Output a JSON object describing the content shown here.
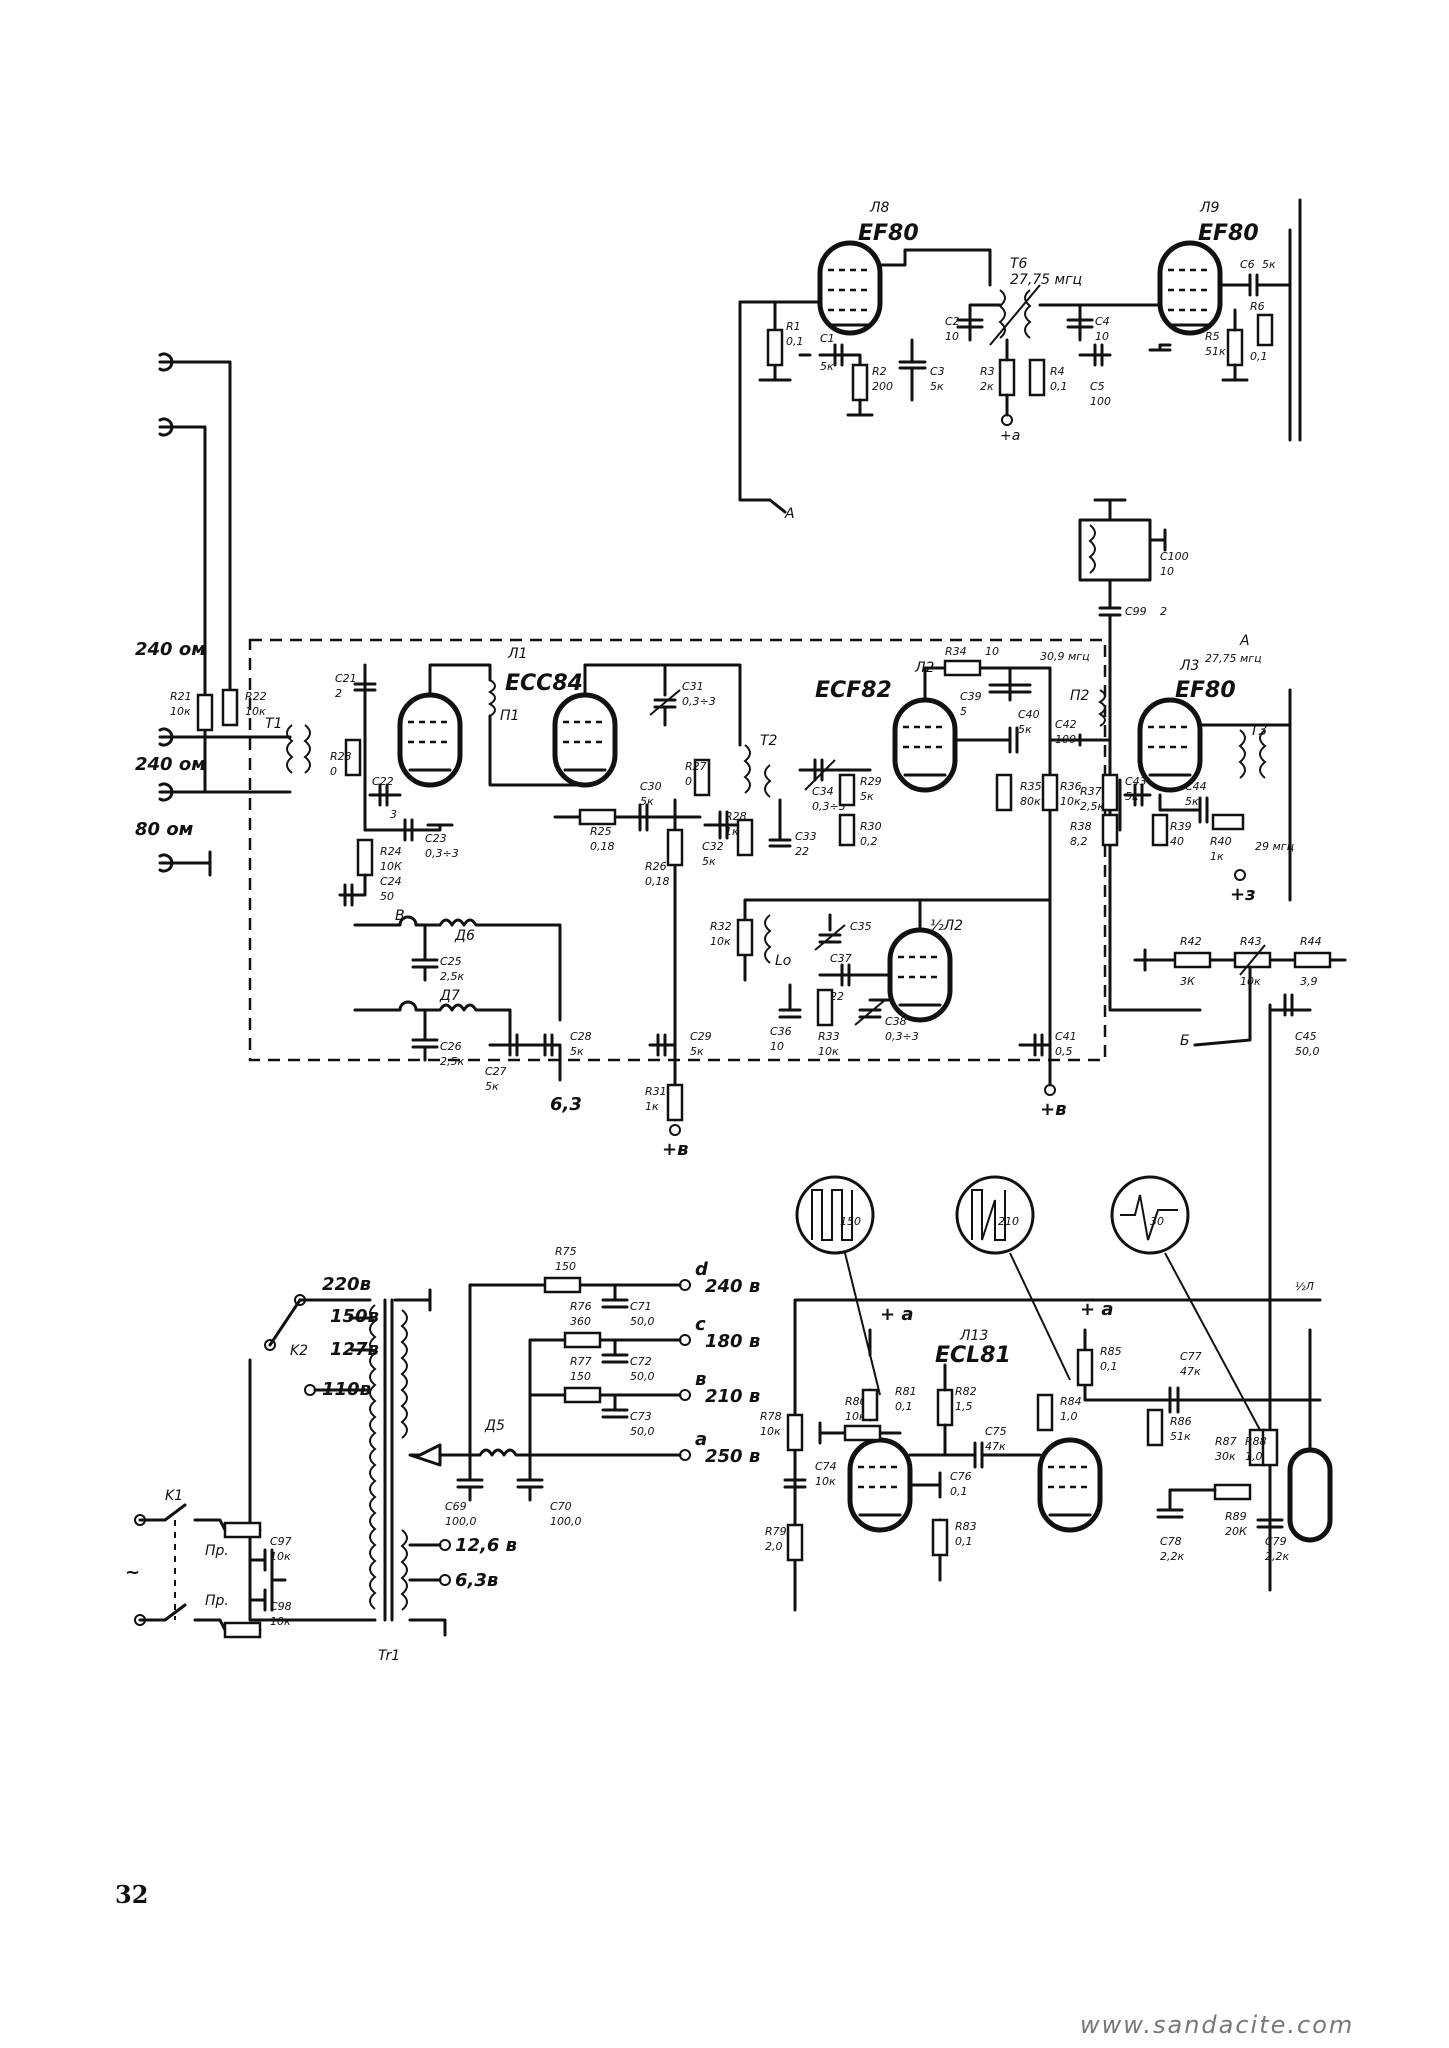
{
  "page_number": "32",
  "watermark": "www.sandacite.com",
  "tubes": {
    "l8": {
      "ref": "Л8",
      "type": "EF80"
    },
    "l9": {
      "ref": "Л9",
      "type": "EF80"
    },
    "l1": {
      "ref": "Л1",
      "type": "ECC84"
    },
    "l2": {
      "ref": "Л2",
      "type": "ECF82"
    },
    "l3": {
      "ref": "Л3",
      "type": "EF80"
    },
    "l2half": {
      "ref": "½Л2",
      "type": ""
    },
    "l13": {
      "ref": "Л13",
      "type": "ECL81"
    }
  },
  "transformers": {
    "t6": {
      "ref": "T6",
      "freq": "27,75 мгц"
    },
    "t1": {
      "ref": "T1"
    },
    "t2": {
      "ref": "T2"
    },
    "t3": {
      "ref": "T3",
      "freq": "29 мгц"
    },
    "t3top": {
      "freq": "27,75 мгц"
    },
    "l2coil": {
      "freq": "30,9 мгц"
    },
    "tr1": {
      "ref": "Tr1"
    }
  },
  "inputs": {
    "in240a": "240 ом",
    "in240b": "240 ом",
    "in80": "80 ом"
  },
  "top_stage": {
    "r1": {
      "ref": "R1",
      "val": "0,1"
    },
    "c1": {
      "ref": "C1",
      "val": "5к"
    },
    "r2": {
      "ref": "R2",
      "val": "200"
    },
    "c3": {
      "ref": "C3",
      "val": "5к"
    },
    "c2": {
      "ref": "C2",
      "val": "10"
    },
    "r3": {
      "ref": "R3",
      "val": "2к"
    },
    "r4": {
      "ref": "R4",
      "val": "0,1"
    },
    "c4": {
      "ref": "C4",
      "val": "10"
    },
    "c5": {
      "ref": "C5",
      "val": "100"
    },
    "c6": {
      "ref": "C6",
      "val": "5к"
    },
    "r5": {
      "ref": "R5",
      "val": "51к"
    },
    "r6": {
      "ref": "R6",
      "val": "0,1"
    },
    "plus_a": "+a",
    "point_a": "A"
  },
  "rf_block": {
    "r21": {
      "ref": "R21",
      "val": "10к"
    },
    "r22": {
      "ref": "R22",
      "val": "10к"
    },
    "r23": {
      "ref": "R23",
      "val": "0"
    },
    "c21": {
      "ref": "C21",
      "val": "2"
    },
    "c22": {
      "ref": "C22",
      "val": "3"
    },
    "c23": {
      "ref": "C23",
      "val": "0,3÷3"
    },
    "r24": {
      "ref": "R24",
      "val": "10К"
    },
    "c24": {
      "ref": "C24",
      "val": "50"
    },
    "p1": "П1",
    "c31": {
      "ref": "C31",
      "val": "0,3÷3"
    },
    "r25": {
      "ref": "R25",
      "val": "0,18"
    },
    "c30": {
      "ref": "C30",
      "val": "5к"
    },
    "r26": {
      "ref": "R26",
      "val": "0,18"
    },
    "r27": {
      "ref": "R27",
      "val": "0"
    },
    "r28": {
      "ref": "R28",
      "val": "1к"
    },
    "c32": {
      "ref": "C32",
      "val": "5к"
    },
    "c33": {
      "ref": "C33",
      "val": "22"
    },
    "c34": {
      "ref": "C34",
      "val": "0,3÷3"
    },
    "r29": {
      "ref": "R29",
      "val": "5к"
    },
    "r30": {
      "ref": "R30",
      "val": "0,2"
    },
    "r34": {
      "ref": "R34",
      "val": "10"
    },
    "c39": {
      "ref": "C39",
      "val": "5"
    },
    "c40": {
      "ref": "C40",
      "val": "5к"
    },
    "r35": {
      "ref": "R35",
      "val": "80к"
    },
    "r36": {
      "ref": "R36",
      "val": "10к"
    },
    "c42": {
      "ref": "C42",
      "val": "100"
    },
    "p2": "П2",
    "r32": {
      "ref": "R32",
      "val": "10к"
    },
    "lo": "Lo",
    "c35": {
      "ref": "C35",
      "val": ""
    },
    "c37": {
      "ref": "C37",
      "val": "22"
    },
    "c36": {
      "ref": "C36",
      "val": "10"
    },
    "r33": {
      "ref": "R33",
      "val": "10к"
    },
    "c38": {
      "ref": "C38",
      "val": "0,3÷3"
    },
    "d6": {
      "ref": "Д6"
    },
    "d7": {
      "ref": "Д7"
    },
    "c25": {
      "ref": "C25",
      "val": "2,5к"
    },
    "c26": {
      "ref": "C26",
      "val": "2,5к"
    },
    "c27": {
      "ref": "C27",
      "val": "5к"
    },
    "c28": {
      "ref": "C28",
      "val": "5к"
    },
    "c29": {
      "ref": "C29",
      "val": "5к"
    },
    "c41": {
      "ref": "C41",
      "val": "0,5"
    },
    "r31": {
      "ref": "R31",
      "val": "1к"
    },
    "v63": "6,3",
    "plus_v1": "+в",
    "plus_v2": "+в",
    "point_v": "В"
  },
  "if_block": {
    "c100": {
      "ref": "C100",
      "val": "10"
    },
    "c99": {
      "ref": "C99",
      "val": "2"
    },
    "r37": {
      "ref": "R37",
      "val": "2,5к"
    },
    "c43": {
      "ref": "C43",
      "val": "5к"
    },
    "r38": {
      "ref": "R38",
      "val": "8,2"
    },
    "c44": {
      "ref": "C44",
      "val": "5к"
    },
    "r39": {
      "ref": "R39",
      "val": "40"
    },
    "r40": {
      "ref": "R40",
      "val": "1к"
    },
    "plus_z": "+з",
    "r42": {
      "ref": "R42",
      "val": "3К"
    },
    "r43": {
      "ref": "R43",
      "val": "10к"
    },
    "r44": {
      "ref": "R44",
      "val": "3,9"
    },
    "c45": {
      "ref": "C45",
      "val": "50,0"
    },
    "point_a2": "A",
    "point_b": "Б"
  },
  "power": {
    "v220": "220в",
    "v150": "150в",
    "v127": "127в",
    "v110": "110в",
    "k2": "K2",
    "k1": "K1",
    "pr1": "Пр.",
    "pr2": "Пр.",
    "c97": {
      "ref": "C97",
      "val": "10к"
    },
    "c98": {
      "ref": "C98",
      "val": "10к"
    },
    "ac": "~",
    "d5": {
      "ref": "Д5"
    },
    "c69": {
      "ref": "C69",
      "val": "100,0"
    },
    "c70": {
      "ref": "C70",
      "val": "100,0"
    },
    "r75": {
      "ref": "R75",
      "val": "150"
    },
    "r76": {
      "ref": "R76",
      "val": "360"
    },
    "r77": {
      "ref": "R77",
      "val": "150"
    },
    "c71": {
      "ref": "C71",
      "val": "50,0"
    },
    "c72": {
      "ref": "C72",
      "val": "50,0"
    },
    "c73": {
      "ref": "C73",
      "val": "50,0"
    },
    "out_d": "d",
    "out_d_v": "240 в",
    "out_c": "c",
    "out_c_v": "180 в",
    "out_b": "в",
    "out_b_v": "210 в",
    "out_a": "a",
    "out_a_v": "250 в",
    "v126": "12,6 в",
    "v63": "6,3в"
  },
  "sweep": {
    "wave1": "150",
    "wave2": "210",
    "wave3": "30",
    "plus_a1": "+ a",
    "plus_a2": "+ a",
    "r78": {
      "ref": "R78",
      "val": "10к"
    },
    "r79": {
      "ref": "R79",
      "val": "2,0"
    },
    "c74": {
      "ref": "C74",
      "val": "10к"
    },
    "r80": {
      "ref": "R80",
      "val": "10к"
    },
    "r81": {
      "ref": "R81",
      "val": "0,1"
    },
    "r82": {
      "ref": "R82",
      "val": "1,5"
    },
    "c75": {
      "ref": "C75",
      "val": "47к"
    },
    "c76": {
      "ref": "C76",
      "val": "0,1"
    },
    "r83": {
      "ref": "R83",
      "val": "0,1"
    },
    "r84": {
      "ref": "R84",
      "val": "1,0"
    },
    "r85": {
      "ref": "R85",
      "val": "0,1"
    },
    "c77": {
      "ref": "C77",
      "val": "47к"
    },
    "r86": {
      "ref": "R86",
      "val": "51к"
    },
    "r87": {
      "ref": "R87",
      "val": "30к"
    },
    "r88": {
      "ref": "R88",
      "val": "1,0"
    },
    "r89": {
      "ref": "R89",
      "val": "20К"
    },
    "c78": {
      "ref": "C78",
      "val": "2,2к"
    },
    "c79": {
      "ref": "C79",
      "val": "2,2к"
    },
    "half_l": "½Л"
  }
}
